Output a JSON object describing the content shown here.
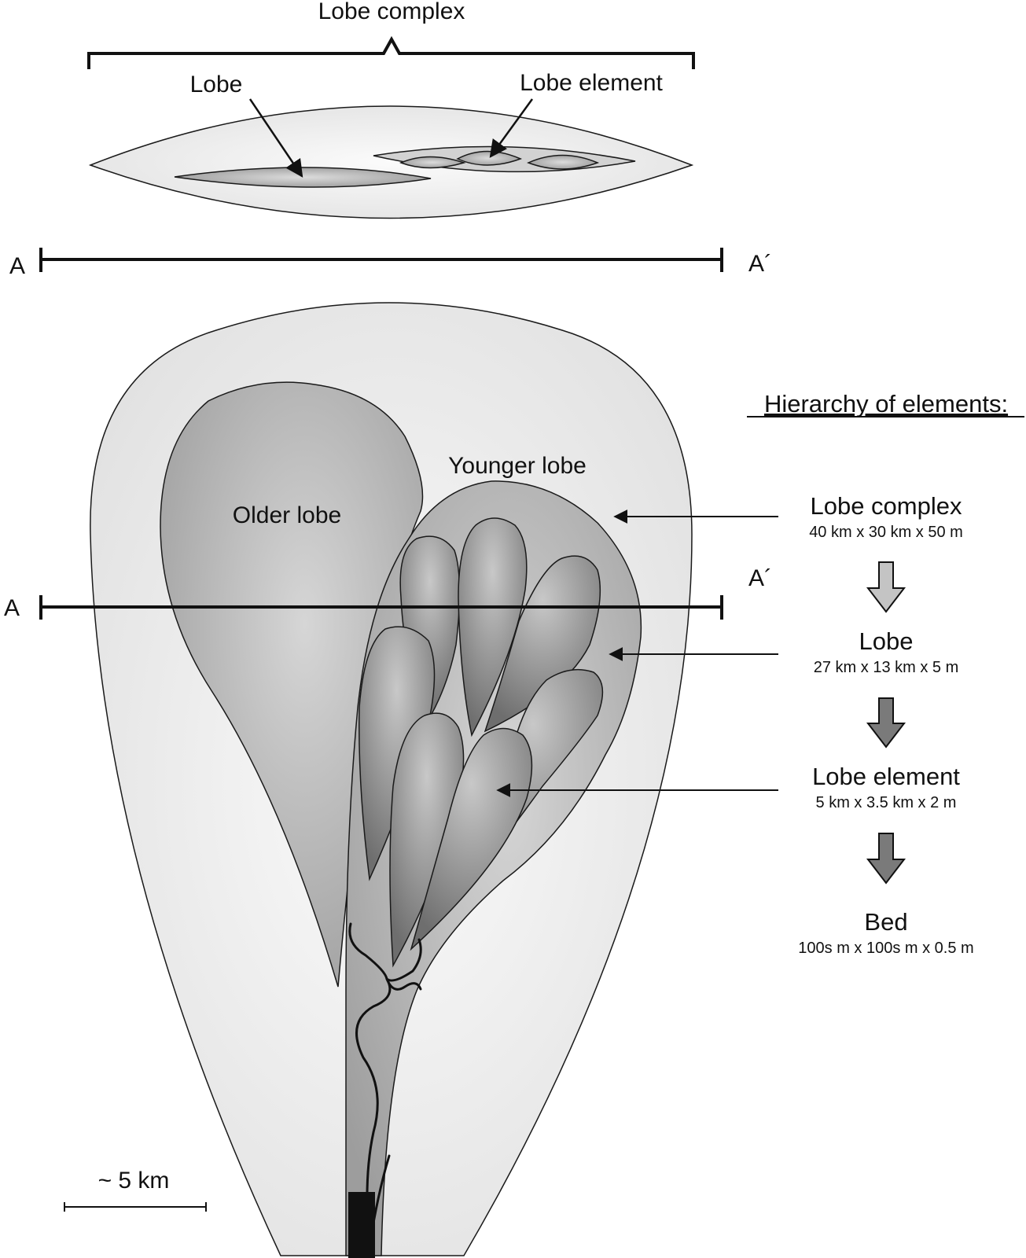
{
  "cross_section": {
    "title": "Lobe complex",
    "lobe_label": "Lobe",
    "lobe_element_label": "Lobe element"
  },
  "section_line": {
    "start": "A",
    "end": "A´"
  },
  "plan_view": {
    "older_lobe": "Older lobe",
    "younger_lobe": "Younger lobe",
    "scale_label": "~ 5 km"
  },
  "hierarchy": {
    "heading": "Hierarchy of elements:",
    "levels": [
      {
        "name": "Lobe complex",
        "dims": "40 km x 30 km x 50 m"
      },
      {
        "name": "Lobe",
        "dims": "27 km x 13 km x 5 m"
      },
      {
        "name": "Lobe element",
        "dims": "5 km x 3.5 km x 2 m"
      },
      {
        "name": "Bed",
        "dims": "100s m x 100s m x 0.5 m"
      }
    ]
  },
  "colors": {
    "outline": "#1a1a1a",
    "complex_fill": "#ececec",
    "lobe_fill": "#b8b8b8",
    "element_fill": "#8e8e8e",
    "arrow_light": "#c4c4c4",
    "arrow_dark": "#7a7a7a"
  }
}
